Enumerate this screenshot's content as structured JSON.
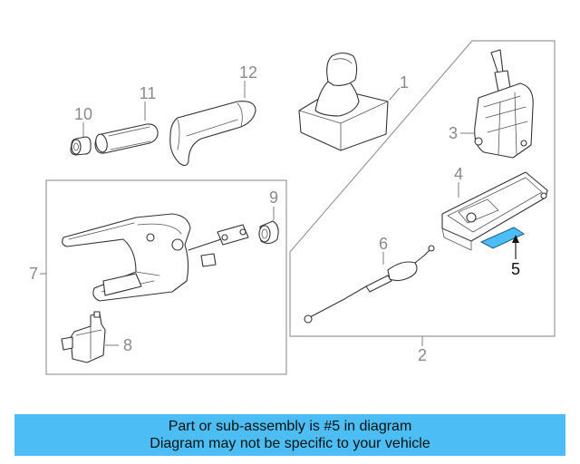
{
  "diagram": {
    "callouts": [
      "1",
      "2",
      "3",
      "4",
      "5",
      "6",
      "7",
      "8",
      "9",
      "10",
      "11",
      "12"
    ],
    "highlight_part": "5",
    "highlight_color": "#4dbdf5"
  },
  "banner": {
    "line1": "Part or sub-assembly is #5 in diagram",
    "line2": "Diagram may not be specific to your vehicle",
    "background": "#4dbdf5"
  }
}
